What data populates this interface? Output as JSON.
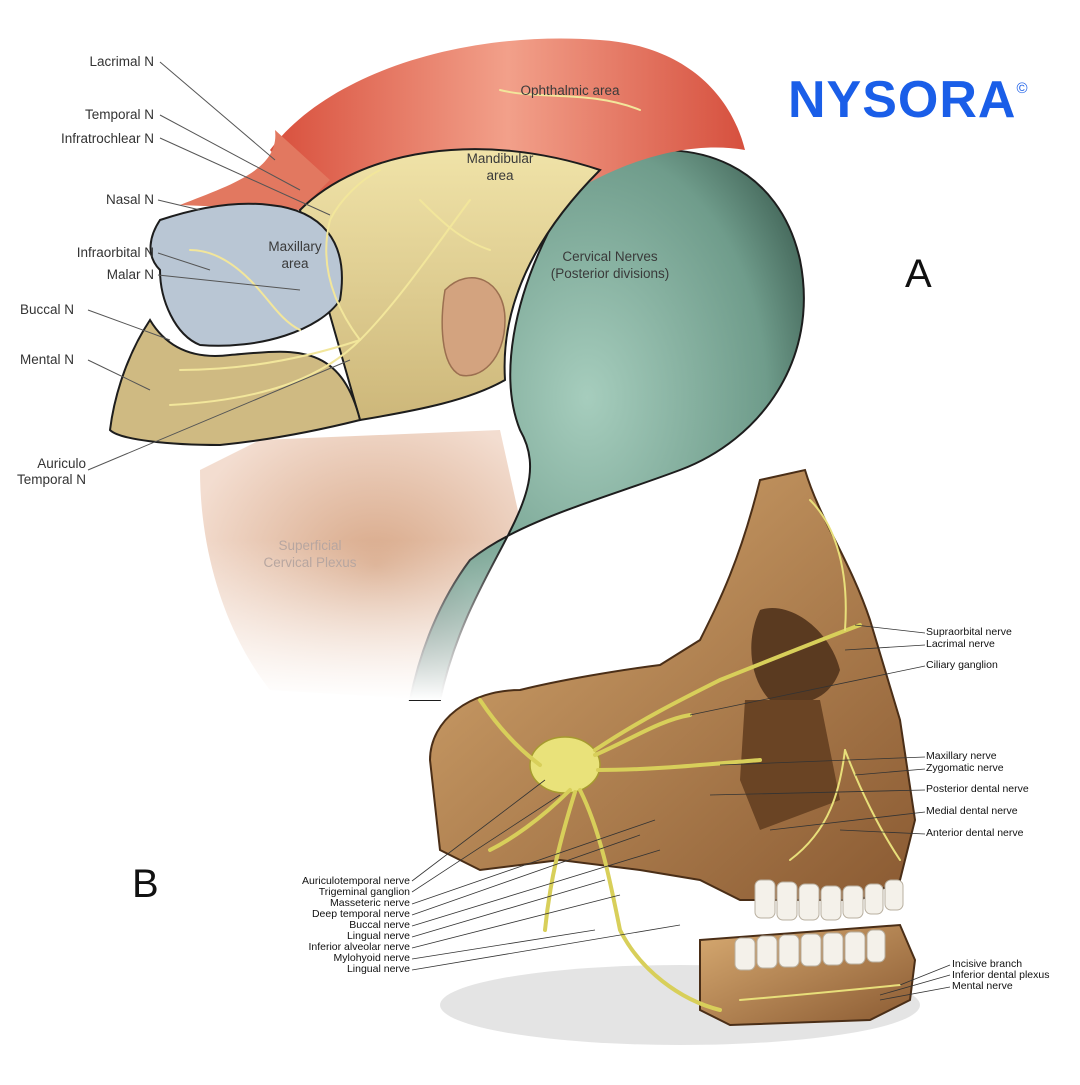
{
  "brand": {
    "name": "NYSORA",
    "mark": "©",
    "color": "#1a5ee8"
  },
  "panel_a": {
    "letter": "A",
    "labels": {
      "lacrimal": "Lacrimal N",
      "temporal": "Temporal N",
      "infratrochlear": "Infratrochlear N",
      "nasal": "Nasal N",
      "infraorbital": "Infraorbital N",
      "malar": "Malar N",
      "buccal": "Buccal N",
      "mental": "Mental N",
      "auriculo": "Auriculo",
      "auriculo2": "Temporal N"
    },
    "areas": {
      "ophthalmic": "Ophthalmic area",
      "mandibular": "Mandibular",
      "mandibular2": "area",
      "maxillary": "Maxillary",
      "maxillary2": "area",
      "cervical": "Cervical Nerves",
      "cervical2": "(Posterior divisions)",
      "superficial": "Superficial",
      "superficial2": "Cervical Plexus"
    },
    "colors": {
      "ophthalmic": "#d9624f",
      "maxillary": "#b8c4d2",
      "mandibular": "#e8d9a0",
      "cervical": "#7fb3a2",
      "skin": "#e6c3a8"
    }
  },
  "panel_b": {
    "letter": "B",
    "right_labels": {
      "supraorbital": "Supraorbital nerve",
      "lacrimal": "Lacrimal nerve",
      "ciliary": "Ciliary ganglion",
      "maxillary": "Maxillary nerve",
      "zygomatic": "Zygomatic nerve",
      "posterior_dental": "Posterior dental nerve",
      "medial_dental": "Medial dental nerve",
      "anterior_dental": "Anterior dental nerve",
      "incisive": "Incisive branch",
      "inferior_plexus": "Inferior dental plexus",
      "mental": "Mental nerve"
    },
    "left_labels": {
      "auriculotemporal": "Auriculotemporal nerve",
      "trigeminal": "Trigeminal ganglion",
      "masseteric": "Masseteric nerve",
      "deep_temporal": "Deep temporal nerve",
      "buccal": "Buccal nerve",
      "lingual": "Lingual nerve",
      "inferior_alveolar": "Inferior alveolar nerve",
      "mylohyoid": "Mylohyoid nerve",
      "lingual2": "Lingual nerve"
    },
    "colors": {
      "bone": "#8a5a32",
      "bone_light": "#c99a63",
      "nerve": "#d8cf5a",
      "teeth": "#f4f1ea"
    }
  }
}
